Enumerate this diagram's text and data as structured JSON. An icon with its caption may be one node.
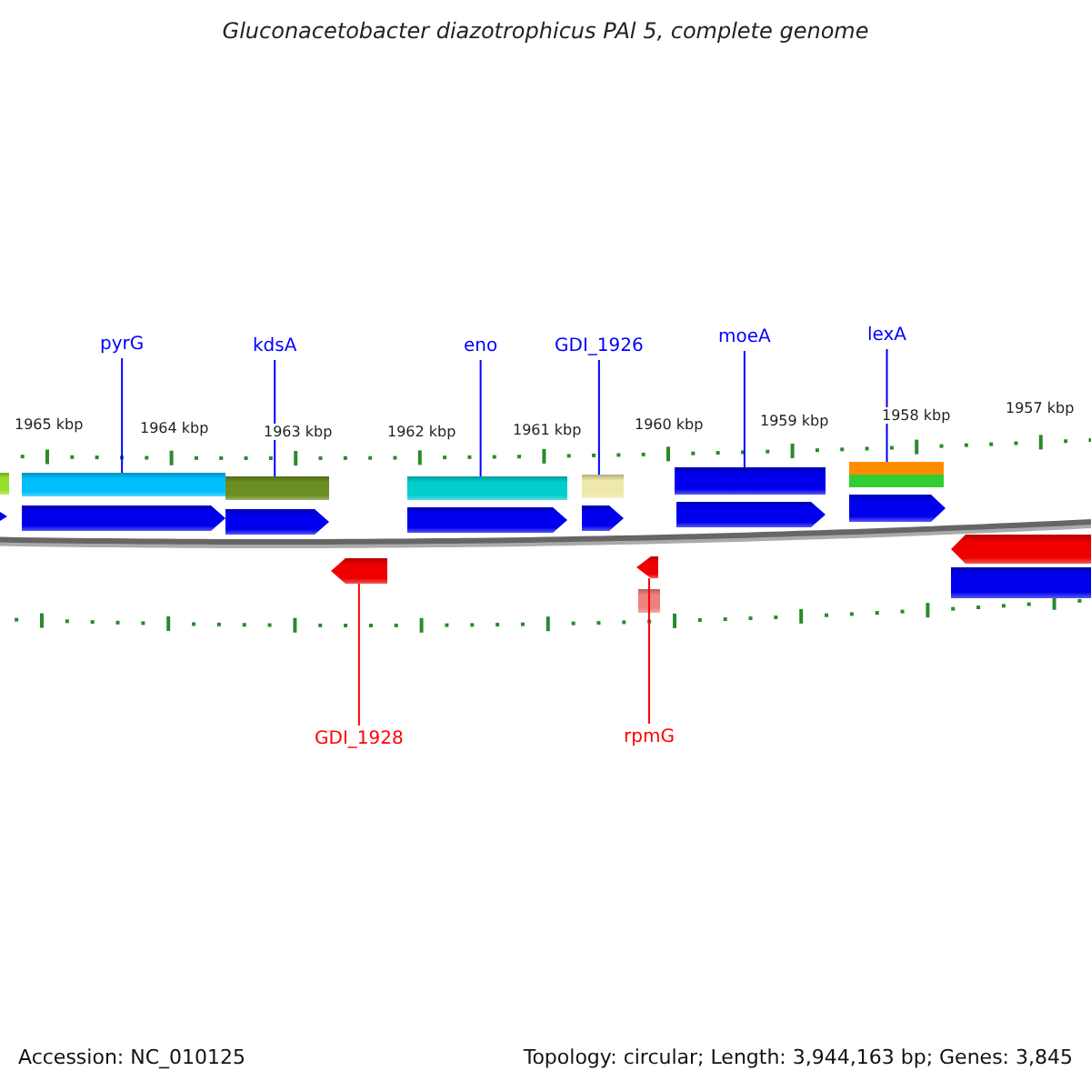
{
  "diagram": {
    "title": "Gluconacetobacter diazotrophicus PAl 5, complete genome",
    "nodes": [
      {
        "text": [
          "pyrG"
        ]
      },
      {
        "text": [
          "kdsA"
        ]
      },
      {
        "text": [
          "eno"
        ]
      },
      {
        "text": [
          "GDI_1926"
        ]
      },
      {
        "text": [
          "moeA"
        ]
      },
      {
        "text": [
          "lexA"
        ]
      },
      {
        "text": [],
        "shape": "bar"
      },
      {
        "text": [],
        "shape": "bar"
      },
      {
        "text": [],
        "shape": "bar"
      },
      {
        "text": [],
        "shape": "bar"
      },
      {
        "text": [],
        "shape": "bar"
      },
      {
        "text": [],
        "shape": "bar"
      },
      {
        "text": [],
        "shape": "arrow"
      },
      {
        "text": [],
        "shape": "arrow"
      },
      {
        "text": [
          "GDI_1928"
        ]
      },
      {
        "text": [
          "rpmG"
        ]
      }
    ],
    "edges": [
      {
        "from": 0,
        "to": 6,
        "arrow": "none",
        "color": "#0000ff"
      },
      {
        "from": 1,
        "to": 7,
        "arrow": "none",
        "color": "#0000ff"
      },
      {
        "from": 2,
        "to": 8,
        "arrow": "none",
        "color": "#0000ff"
      },
      {
        "from": 3,
        "to": 9,
        "arrow": "none",
        "color": "#0000ff"
      },
      {
        "from": 4,
        "to": 10,
        "arrow": "none",
        "color": "#0000ff"
      },
      {
        "from": 5,
        "to": 11,
        "arrow": "none",
        "color": "#0000ff"
      },
      {
        "from": 14,
        "to": 12,
        "arrow": "none",
        "color": "#ff0000"
      },
      {
        "from": 15,
        "to": 13,
        "arrow": "none",
        "color": "#ff0000"
      }
    ],
    "labels": [
      "1965 kbp",
      "1964 kbp",
      "1963 kbp",
      "1962 kbp",
      "1961 kbp",
      "1960 kbp",
      "1959 kbp",
      "1958 kbp",
      "1957 kbp",
      "Accession: NC_010125",
      "Topology: circular; Length: 3,944,163 bp; Genes: 3,845"
    ]
  }
}
